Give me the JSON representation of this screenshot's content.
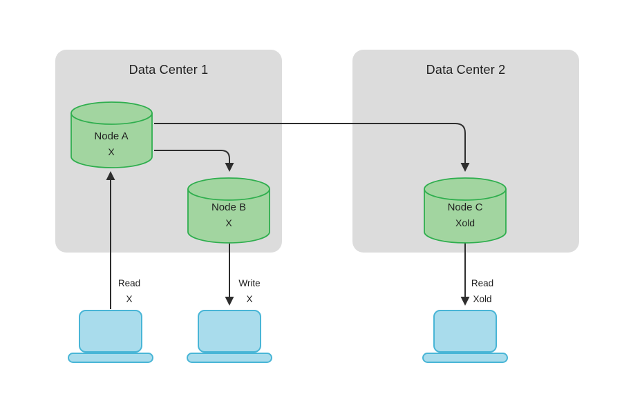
{
  "diagram": {
    "data_centers": [
      {
        "title": "Data Center 1"
      },
      {
        "title": "Data Center 2"
      }
    ],
    "nodes": [
      {
        "name": "Node A",
        "value": "X"
      },
      {
        "name": "Node B",
        "value": "X"
      },
      {
        "name": "Node C",
        "value": "Xold"
      }
    ],
    "operations": [
      {
        "action": "Read",
        "value": "X"
      },
      {
        "action": "Write",
        "value": "X"
      },
      {
        "action": "Read",
        "value": "Xold"
      }
    ]
  },
  "colors": {
    "bg": "#ffffff",
    "box": "#dcdcdc",
    "ink": "#1f1f1f",
    "line": "#2e2e2e",
    "cyl-fill": "#a2d5a0",
    "cyl-stroke": "#2fae4e",
    "lap-fill": "#a9dcec",
    "lap-stroke": "#48b5d6"
  }
}
